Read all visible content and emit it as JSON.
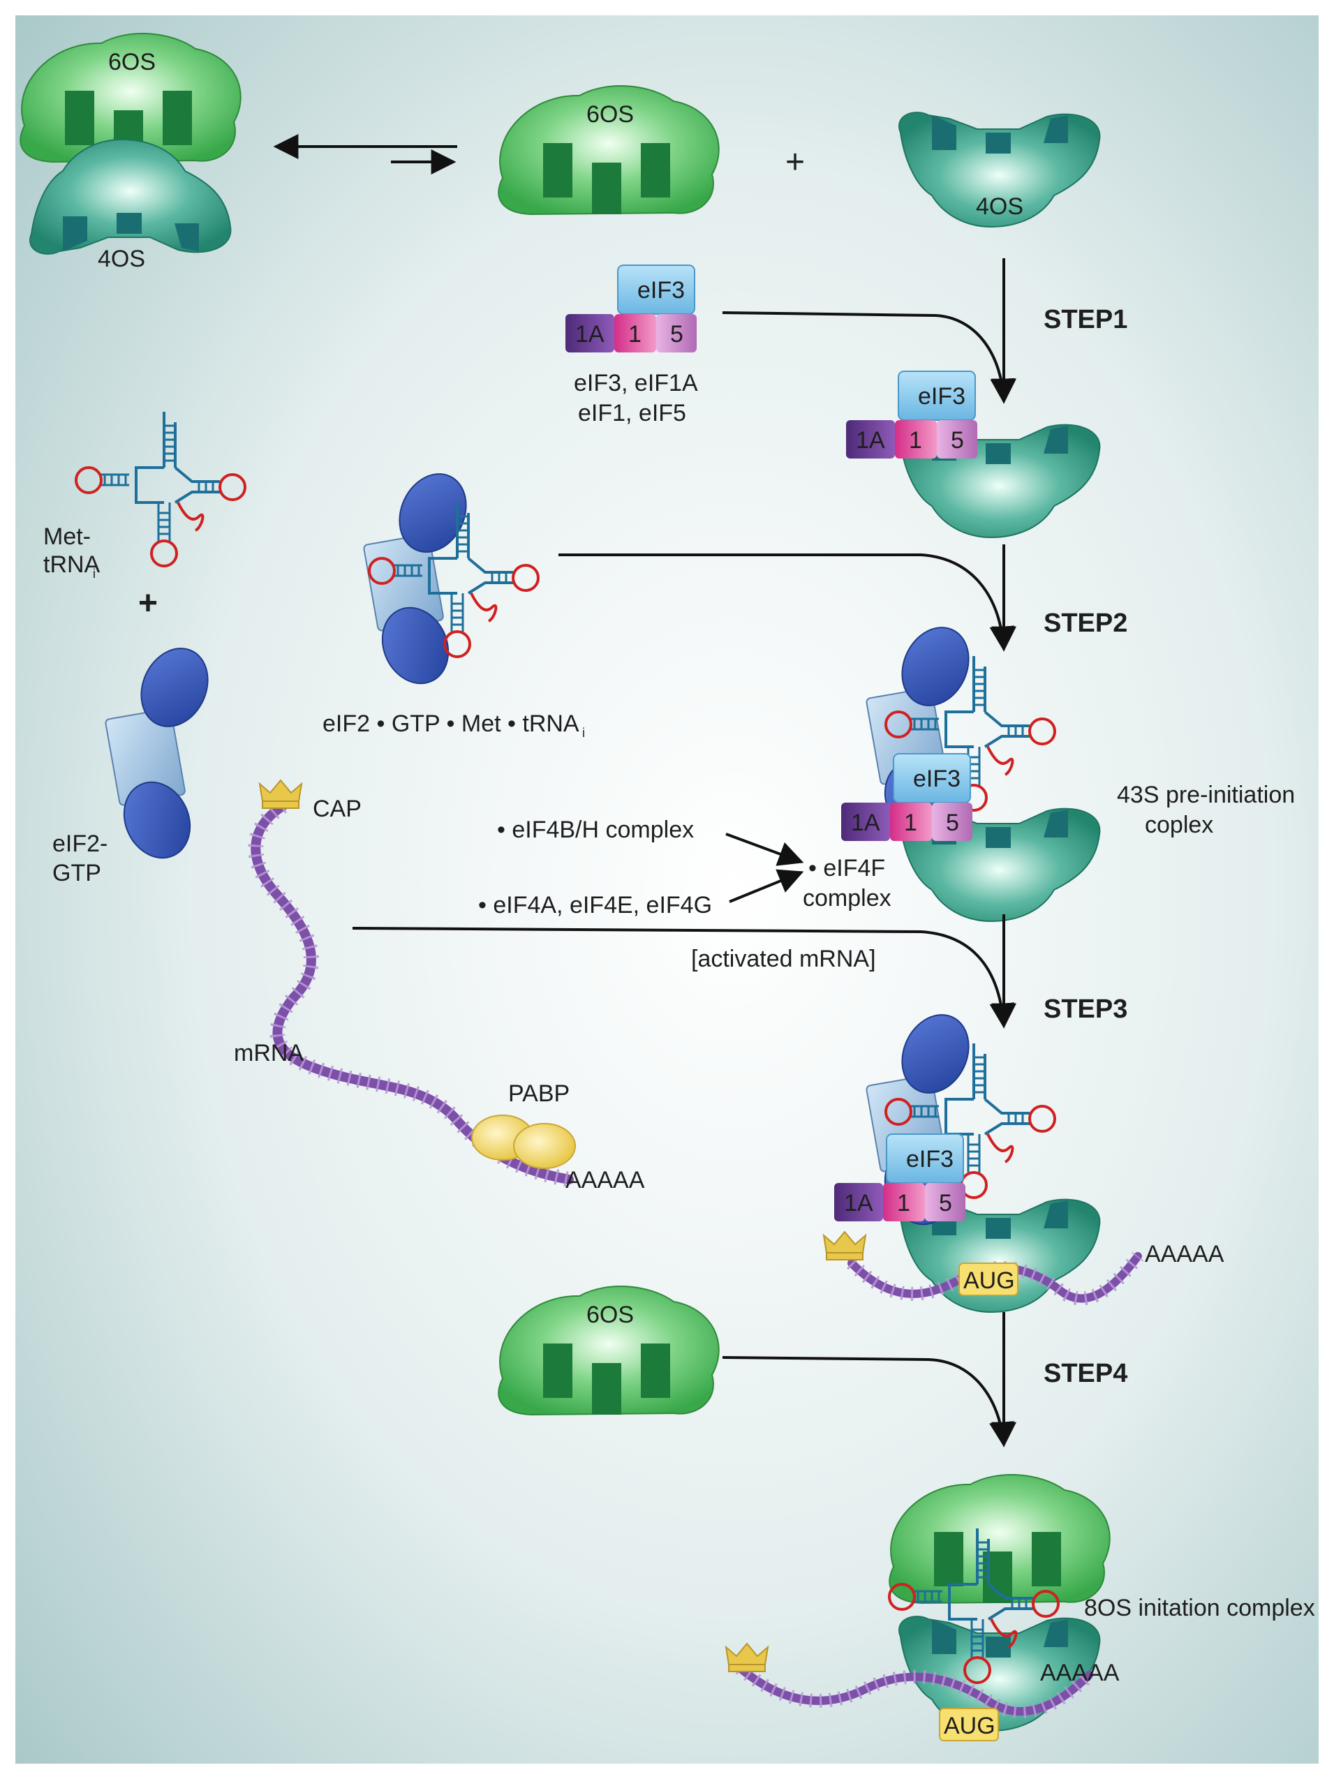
{
  "subunits": {
    "large": "6OS",
    "small": "4OS"
  },
  "factors": {
    "eif3": "eIF3",
    "eif1a": "1A",
    "eif1": "1",
    "eif5": "5"
  },
  "labels": {
    "factor_list_line1": "eIF3, eIF1A",
    "factor_list_line2": "eIF1, eIF5",
    "met_trna_line1": "Met-",
    "met_trna_line2": "tRNA",
    "met_trna_subscript": "i",
    "plus": "+",
    "eif2_gtp_line1": "eIF2-",
    "eif2_gtp_line2": "GTP",
    "ternary_complex": "eIF2 • GTP • Met • tRNA",
    "ternary_subscript": "i",
    "cap": "CAP",
    "mrna": "mRNA",
    "pabp": "PABP",
    "polya": "AAAAA",
    "aug": "AUG",
    "eif4bh": "• eIF4B/H complex",
    "eif4aeg": "• eIF4A, eIF4E, eIF4G",
    "eif4f_line1": "• eIF4F",
    "eif4f_line2": "complex",
    "activated_mrna": "[activated mRNA]",
    "pic43_line1": "43S pre-initiation",
    "pic43_line2": "coplex",
    "ic80": "8OS initation complex"
  },
  "steps": {
    "step1": "STEP1",
    "step2": "STEP2",
    "step3": "STEP3",
    "step4": "STEP4"
  },
  "colors": {
    "large_subunit": "#4cbf5a",
    "small_subunit": "#2e9e86",
    "slot_large": "#1c7a3a",
    "slot_small": "#1a6e72",
    "eif3": "#8ccdee",
    "eif1a": "#6b3a8e",
    "eif1": "#e0559e",
    "eif5": "#c07bc0",
    "eif2_oval": "#3c5cb8",
    "eif2_box": "#a8cbe8",
    "trna": "#1e6f9a",
    "loop": "#d02020",
    "mrna": "#7c4fa8",
    "pabp": "#f0d86a",
    "cap": "#e8c84a",
    "aug": "#f8e070",
    "arrow": "#111111",
    "background_center": "#ffffff",
    "background_edge": "#a9c8c8"
  }
}
